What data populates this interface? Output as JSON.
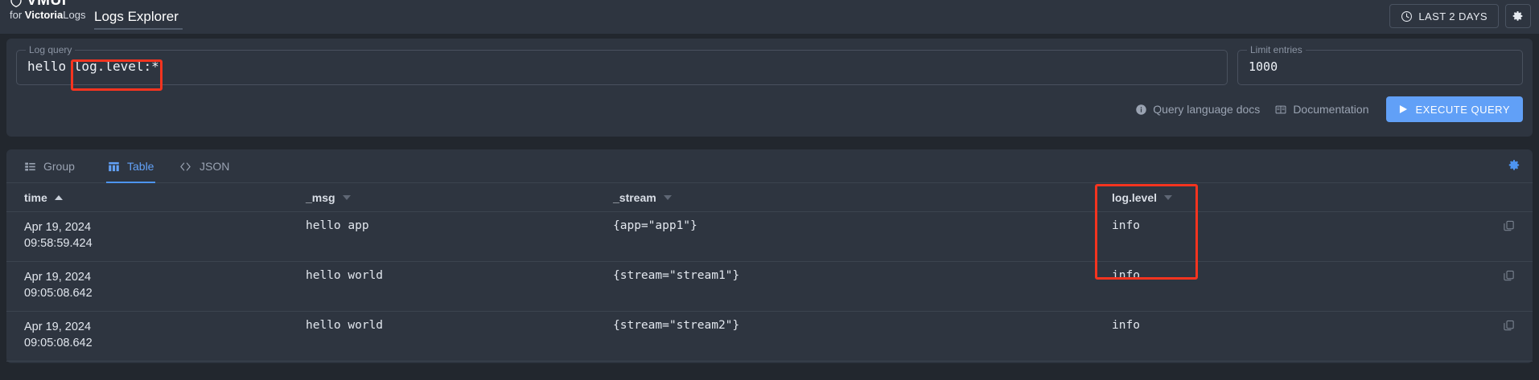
{
  "header": {
    "logo_text": "VMUI",
    "logo_icon": "shield-icon",
    "logo_sub_prefix": "for ",
    "logo_sub_bold": "Victoria",
    "logo_sub_rest": "Logs",
    "nav_title": "Logs Explorer",
    "time_range_label": "LAST 2 DAYS",
    "time_icon": "clock-icon",
    "settings_icon": "gear-icon"
  },
  "query": {
    "label": "Log query",
    "value": "hello log.level:*",
    "highlight_fragment": "log.level:*",
    "limit_label": "Limit entries",
    "limit_value": "1000",
    "links": [
      {
        "label": "Query language docs",
        "icon": "info-icon"
      },
      {
        "label": "Documentation",
        "icon": "book-icon"
      }
    ],
    "execute_label": "EXECUTE QUERY",
    "execute_icon": "play-icon",
    "execute_color": "#61a0f7"
  },
  "results": {
    "tabs": [
      {
        "label": "Group",
        "icon": "list-icon",
        "active": false
      },
      {
        "label": "Table",
        "icon": "table-icon",
        "active": true
      },
      {
        "label": "JSON",
        "icon": "code-icon",
        "active": false
      }
    ],
    "settings_icon": "gear-icon",
    "columns": [
      {
        "label": "time",
        "sort": "asc"
      },
      {
        "label": "_msg",
        "sort": "none"
      },
      {
        "label": "_stream",
        "sort": "none"
      },
      {
        "label": "log.level",
        "sort": "none"
      }
    ],
    "rows": [
      {
        "date": "Apr 19, 2024",
        "time": "09:58:59.424",
        "msg": "hello app",
        "stream": "{app=\"app1\"}",
        "level": "info",
        "copy_icon": "copy-icon"
      },
      {
        "date": "Apr 19, 2024",
        "time": "09:05:08.642",
        "msg": "hello world",
        "stream": "{stream=\"stream1\"}",
        "level": "info",
        "copy_icon": "copy-icon"
      },
      {
        "date": "Apr 19, 2024",
        "time": "09:05:08.642",
        "msg": "hello world",
        "stream": "{stream=\"stream2\"}",
        "level": "info",
        "copy_icon": "copy-icon"
      }
    ]
  },
  "annotations": {
    "color": "#f5341f",
    "boxes": [
      "query-fragment",
      "log-level-column"
    ]
  }
}
